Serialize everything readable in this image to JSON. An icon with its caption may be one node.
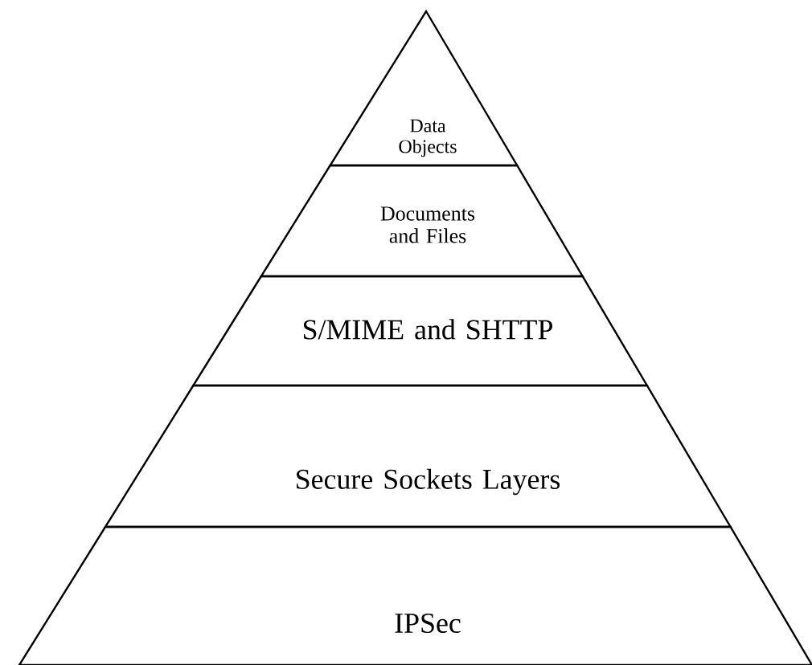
{
  "diagram": {
    "nodes": [
      {
        "text": [
          "Data Objects"
        ]
      },
      {
        "text": [
          "Documents and Files"
        ]
      },
      {
        "text": [
          "S/MIME and  SHTTP"
        ]
      },
      {
        "text": [
          "Secure Sockets Layers"
        ]
      },
      {
        "text": [
          "IPSec"
        ]
      }
    ]
  }
}
